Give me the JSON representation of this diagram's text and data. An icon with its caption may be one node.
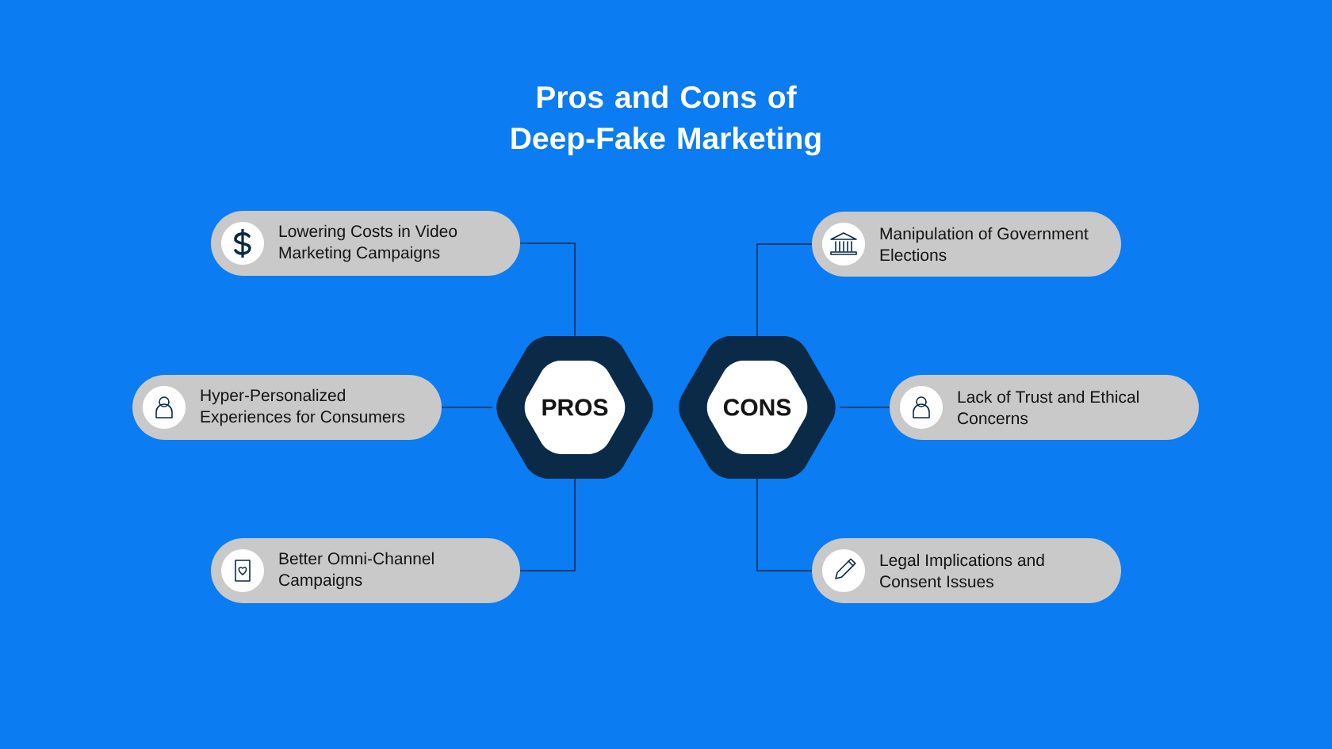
{
  "diagram": {
    "title": "Pros and Cons of Deep-Fake Marketing",
    "nodes": [
      {
        "text": [
          "PROS"
        ]
      },
      {
        "text": [
          "CONS"
        ]
      },
      {
        "text": [
          "Lowering Costs in Video Marketing Campaigns"
        ]
      },
      {
        "text": [
          "Hyper-Personalized Experiences for Consumers"
        ]
      },
      {
        "text": [
          "Better Omni-Channel Campaigns"
        ]
      },
      {
        "text": [
          "Manipulation of Government Elections"
        ]
      },
      {
        "text": [
          "Lack of Trust and Ethical Concerns"
        ]
      },
      {
        "text": [
          "Legal Implications and Consent Issues"
        ]
      }
    ],
    "edges": [
      {
        "from": 0,
        "to": 2,
        "arrow": "none"
      },
      {
        "from": 0,
        "to": 3,
        "arrow": "none"
      },
      {
        "from": 0,
        "to": 4,
        "arrow": "none"
      },
      {
        "from": 1,
        "to": 5,
        "arrow": "none"
      },
      {
        "from": 1,
        "to": 6,
        "arrow": "none"
      },
      {
        "from": 1,
        "to": 7,
        "arrow": "none"
      }
    ]
  }
}
